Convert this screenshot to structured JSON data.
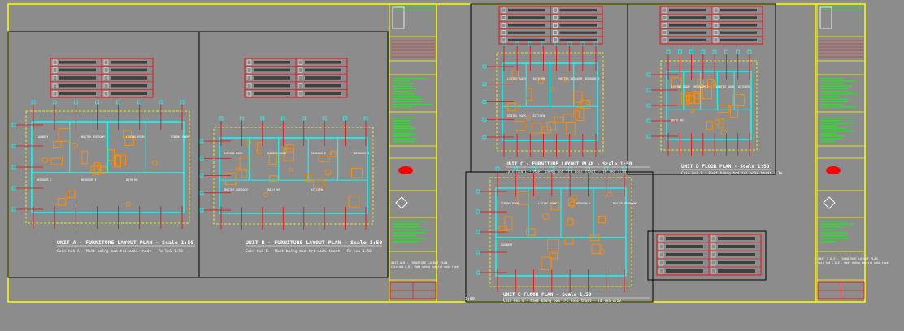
{
  "app": {
    "background": "#8c8c8c"
  },
  "colors": {
    "frame": "#ffff00",
    "viewport": "#000000",
    "wall": "#00ffff",
    "furniture": "#ff8c00",
    "dimension": "#ff0000",
    "grid_bubble": "#ff0000",
    "dashed": "#ffff00",
    "text_green": "#00ff00",
    "text_white": "#ffffff"
  },
  "plans": [
    {
      "id": "unit-a",
      "title": "UNIT A -  FURNITURE LAYOUT PLAN - Scale 1:50",
      "subtitle": "Coin hoä A - Maët baèng boá trí noäi thaát       - Tæ leä 1:50",
      "rooms": [
        "LAUNDRY",
        "MASTER BEDROOM",
        "LIVING ROOM",
        "DINING ROOM",
        "BEDROOM 2",
        "BEDROOM 3",
        "BATH RM"
      ]
    },
    {
      "id": "unit-b",
      "title": "UNIT B -  FURNITURE LAYOUT PLAN - Scale 1:50",
      "subtitle": "Coin hoä B - Maët baèng boá trí noäi thaát       - Tæ leä 1:50",
      "rooms": [
        "LIVING ROOM",
        "DINING ROOM",
        "BEDROOM 2",
        "BEDROOM 3",
        "MASTER BEDROOM",
        "BATH RM",
        "KITCHEN"
      ]
    },
    {
      "id": "unit-c",
      "title": "UNIT C -  FURNITURE LAYOUT PLAN - Scale 1:50",
      "subtitle": "Coin hoä C - Maët baèng boá trí noäi thaát - Tæ leä 1:50",
      "rooms": [
        "LIVING ROOM",
        "BATH RM",
        "MASTER BEDROOM",
        "BEDROOM 2",
        "DINING ROOM",
        "KITCHEN"
      ]
    },
    {
      "id": "unit-d",
      "title": "UNIT D   FLOOR PLAN - Scale 1:50",
      "subtitle": "Coin hoä D - Maët baèng boá trí noäi thaát  - Tæ",
      "rooms": [
        "LIVING ROOM",
        "BEDROOM 2",
        "DINING ROOM",
        "KITCHEN",
        "BATH RM"
      ]
    },
    {
      "id": "unit-e",
      "title": "UNIT E   FLOOR PLAN - Scale 1:50",
      "subtitle": "Coin hoä E - Maët baèng boá trí noäi thaát - Tæ leä 1:50",
      "rooms": [
        "DINING ROOM",
        "LIVING ROOM",
        "BEDROOM 2",
        "MASTER BEDROOM",
        "LAUNDRY"
      ]
    }
  ],
  "title_blocks": [
    {
      "id": "tb-1",
      "sheet_title": "UNIT A,B - FURNITURE LAYOUT PLAN",
      "sheet_subtitle": "Coin hoä A,B - Maët baèng boá trí noäi thaát"
    },
    {
      "id": "tb-2",
      "sheet_title": "UNIT C,D,E - FURNITURE LAYOUT PLAN",
      "sheet_subtitle": "Coin hoä C,D,E - Maët baèng boá trí noäi thaát"
    }
  ],
  "stray_label": "1:50"
}
